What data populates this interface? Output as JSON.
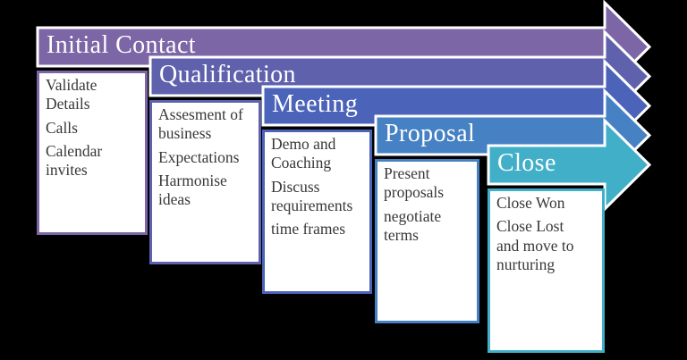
{
  "background_color": "#000000",
  "outline_color": "#ffffff",
  "body_text_color": "#383838",
  "header_text_color": "#ffffff",
  "stages": [
    {
      "title": "Initial Contact",
      "color": "#7C66A6",
      "items": [
        "Validate Details",
        "Calls",
        "Calendar invites"
      ]
    },
    {
      "title": "Qualification",
      "color": "#5F61AD",
      "items": [
        "Assesment of business",
        "Expectations",
        "Harmonise ideas"
      ]
    },
    {
      "title": "Meeting",
      "color": "#4B63B8",
      "items": [
        "Demo and Coaching",
        "Discuss requirements",
        "time frames"
      ]
    },
    {
      "title": "Proposal",
      "color": "#4681C3",
      "items": [
        "Present proposals",
        "negotiate terms"
      ]
    },
    {
      "title": "Close",
      "color": "#41AFC7",
      "items": [
        "Close Won",
        "Close Lost and move to nurturing"
      ]
    }
  ]
}
